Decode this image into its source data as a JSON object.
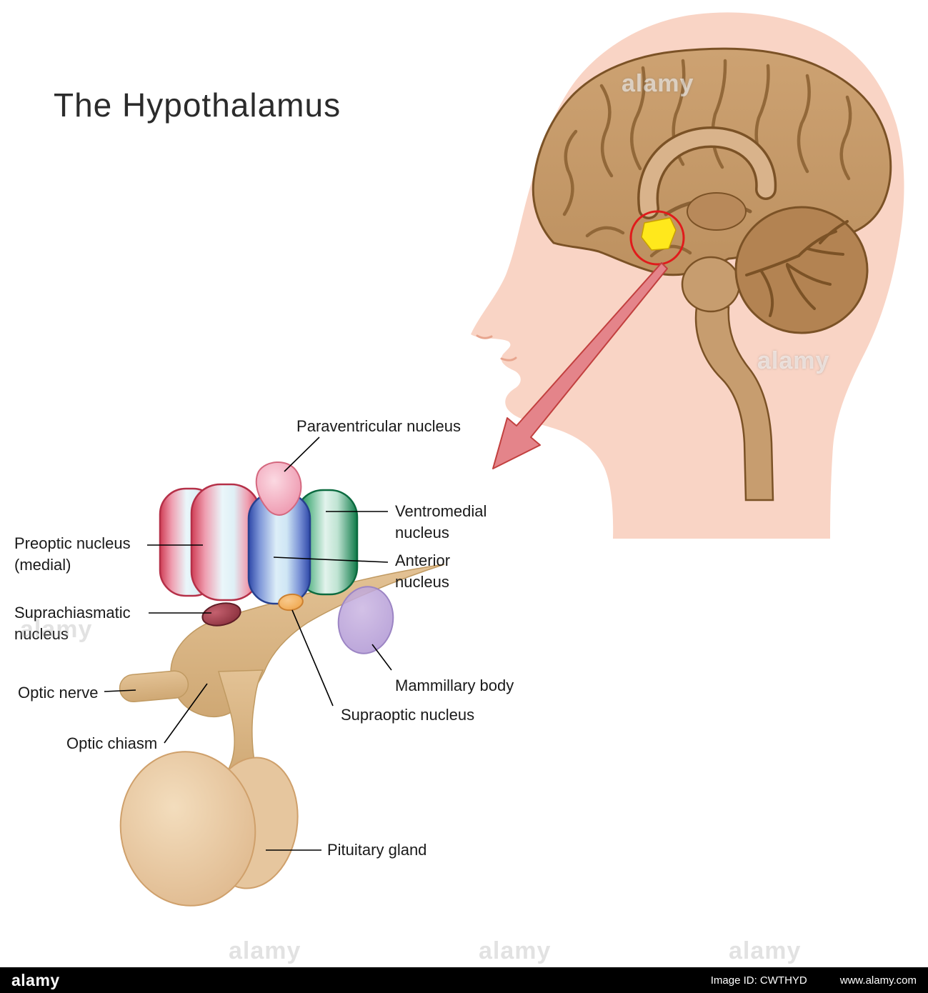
{
  "title": "The Hypothalamus",
  "diagram": {
    "labels": {
      "paraventricular": "Paraventricular nucleus",
      "ventromedial": [
        "Ventromedial",
        "nucleus"
      ],
      "anterior": [
        "Anterior",
        "nucleus"
      ],
      "preoptic": [
        "Preoptic nucleus",
        "(medial)"
      ],
      "suprachiasmatic": [
        "Suprachiasmatic",
        "nucleus"
      ],
      "optic_nerve": "Optic nerve",
      "optic_chiasm": "Optic chiasm",
      "mammillary": "Mammillary body",
      "supraoptic": "Supraoptic nucleus",
      "pituitary": "Pituitary gland"
    },
    "colors": {
      "head_skin": "#f9d4c5",
      "brain": "#c59a6a",
      "brain_outline": "#7b5226",
      "cerebellum": "#b38352",
      "hypothalamus_highlight": "#ffe81c",
      "highlight_circle": "#e01b1b",
      "arrow": "#e4848a",
      "preoptic_nucleus": "#cf3d55",
      "anterior_nucleus": "#2e48a8",
      "ventromedial_nucleus": "#0e7a48",
      "paraventricular_nucleus": "#ec8fa8",
      "suprachiasmatic_nucleus": "#7e2733",
      "supraoptic_nucleus": "#ee9f3f",
      "mammillary_body": "#a98fd0",
      "tan_structure": "#d9b484",
      "pituitary_gland": "#ecd0ab"
    }
  },
  "watermark": {
    "text": "alamy"
  },
  "footer": {
    "brand": "alamy",
    "image_id": "Image ID: CWTHYD",
    "website": "www.alamy.com"
  }
}
